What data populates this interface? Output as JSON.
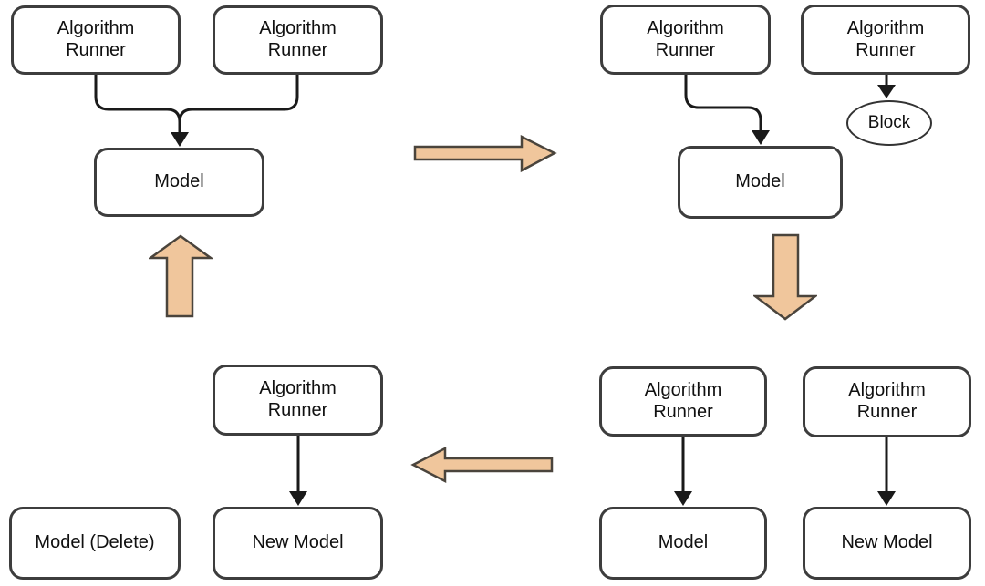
{
  "colors": {
    "background": "#ffffff",
    "node_fill": "#ffffff",
    "node_border": "#3d3d3d",
    "connector_line": "#1a1a1a",
    "flow_arrow_fill": "#f0c69c",
    "flow_arrow_border": "#4a443c"
  },
  "nodes": {
    "top_left": {
      "runner1": "Algorithm Runner",
      "runner2": "Algorithm Runner",
      "model": "Model"
    },
    "top_right": {
      "runner1": "Algorithm Runner",
      "runner2": "Algorithm Runner",
      "block": "Block",
      "model": "Model"
    },
    "bottom_right": {
      "runner1": "Algorithm Runner",
      "runner2": "Algorithm Runner",
      "model": "Model",
      "new_model": "New Model"
    },
    "bottom_left": {
      "runner": "Algorithm Runner",
      "new_model": "New Model",
      "deleted_model": "Model (Delete)"
    }
  },
  "flow_arrows": [
    {
      "direction": "right",
      "between": "top-left to top-right"
    },
    {
      "direction": "down",
      "between": "top-right to bottom-right"
    },
    {
      "direction": "left",
      "between": "bottom-right to bottom-left"
    },
    {
      "direction": "up",
      "between": "bottom-left to top-left"
    }
  ]
}
